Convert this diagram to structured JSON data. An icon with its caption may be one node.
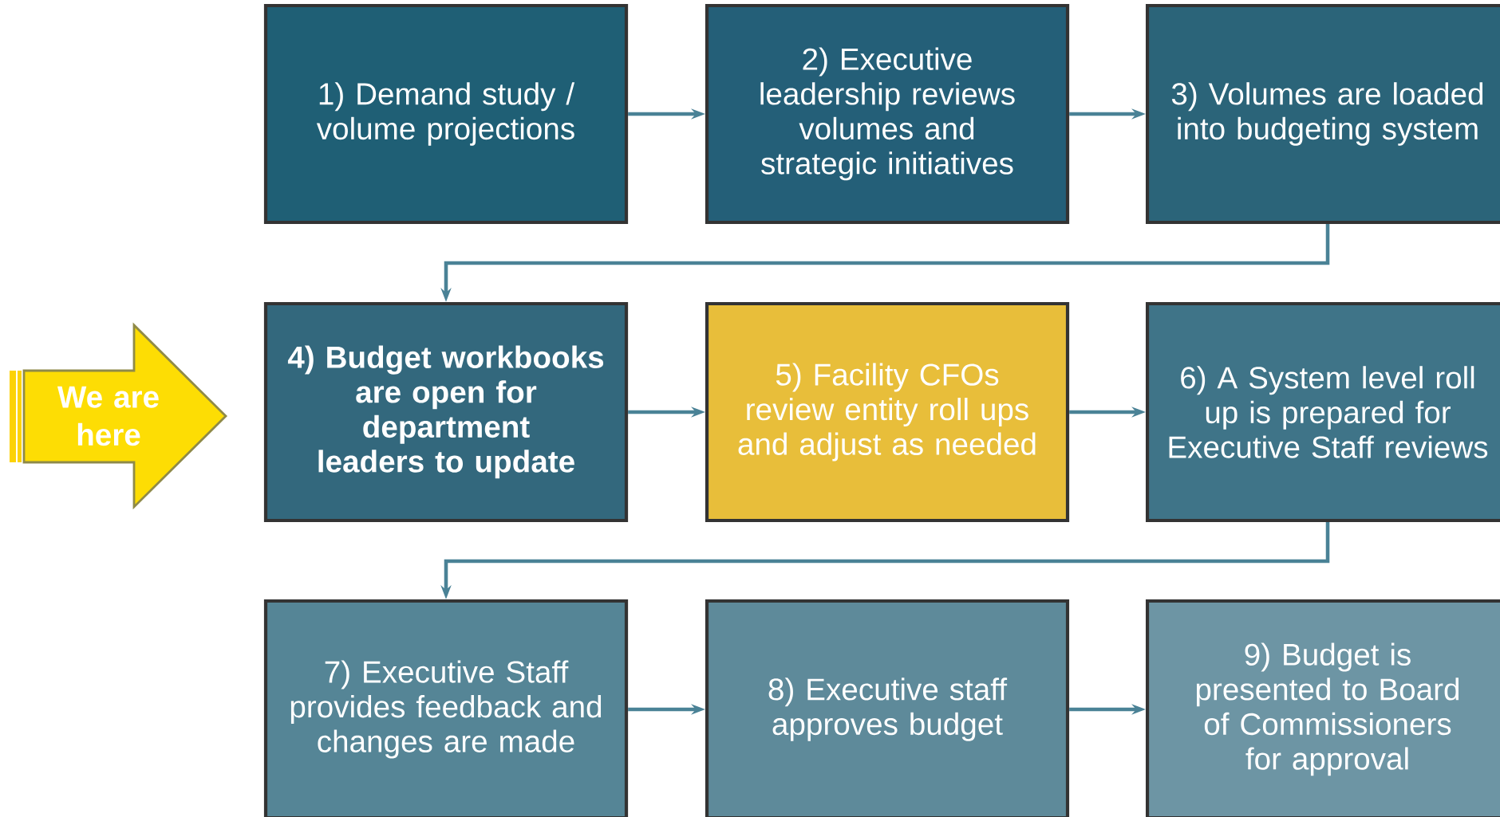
{
  "diagram": {
    "nodes": [
      {
        "text": [
          "1) Demand study / volume projections"
        ]
      },
      {
        "text": [
          "2) Executive leadership reviews volumes and strategic initiatives"
        ]
      },
      {
        "text": [
          "3) Volumes are loaded into budgeting system"
        ]
      },
      {
        "text": [
          "4) Budget workbooks are open for department leaders to update"
        ]
      },
      {
        "text": [
          "5) Facility CFOs review entity roll ups and adjust as needed"
        ]
      },
      {
        "text": [
          "6) A System level roll up is prepared for Executive Staff reviews"
        ]
      },
      {
        "text": [
          "7) Executive Staff provides feedback and changes are made"
        ]
      },
      {
        "text": [
          "8) Executive staff approves budget"
        ]
      },
      {
        "text": [
          "9) Budget is presented to Board of Commissioners for approval"
        ]
      },
      {
        "text": [
          "We are here"
        ]
      }
    ],
    "edges": [
      {
        "from": 0,
        "to": 1,
        "arrow": "to"
      },
      {
        "from": 1,
        "to": 2,
        "arrow": "to"
      },
      {
        "from": 2,
        "to": 3,
        "arrow": "to"
      },
      {
        "from": 3,
        "to": 4,
        "arrow": "to"
      },
      {
        "from": 4,
        "to": 5,
        "arrow": "to"
      },
      {
        "from": 5,
        "to": 6,
        "arrow": "to"
      },
      {
        "from": 6,
        "to": 7,
        "arrow": "to"
      },
      {
        "from": 7,
        "to": 8,
        "arrow": "to"
      }
    ]
  }
}
